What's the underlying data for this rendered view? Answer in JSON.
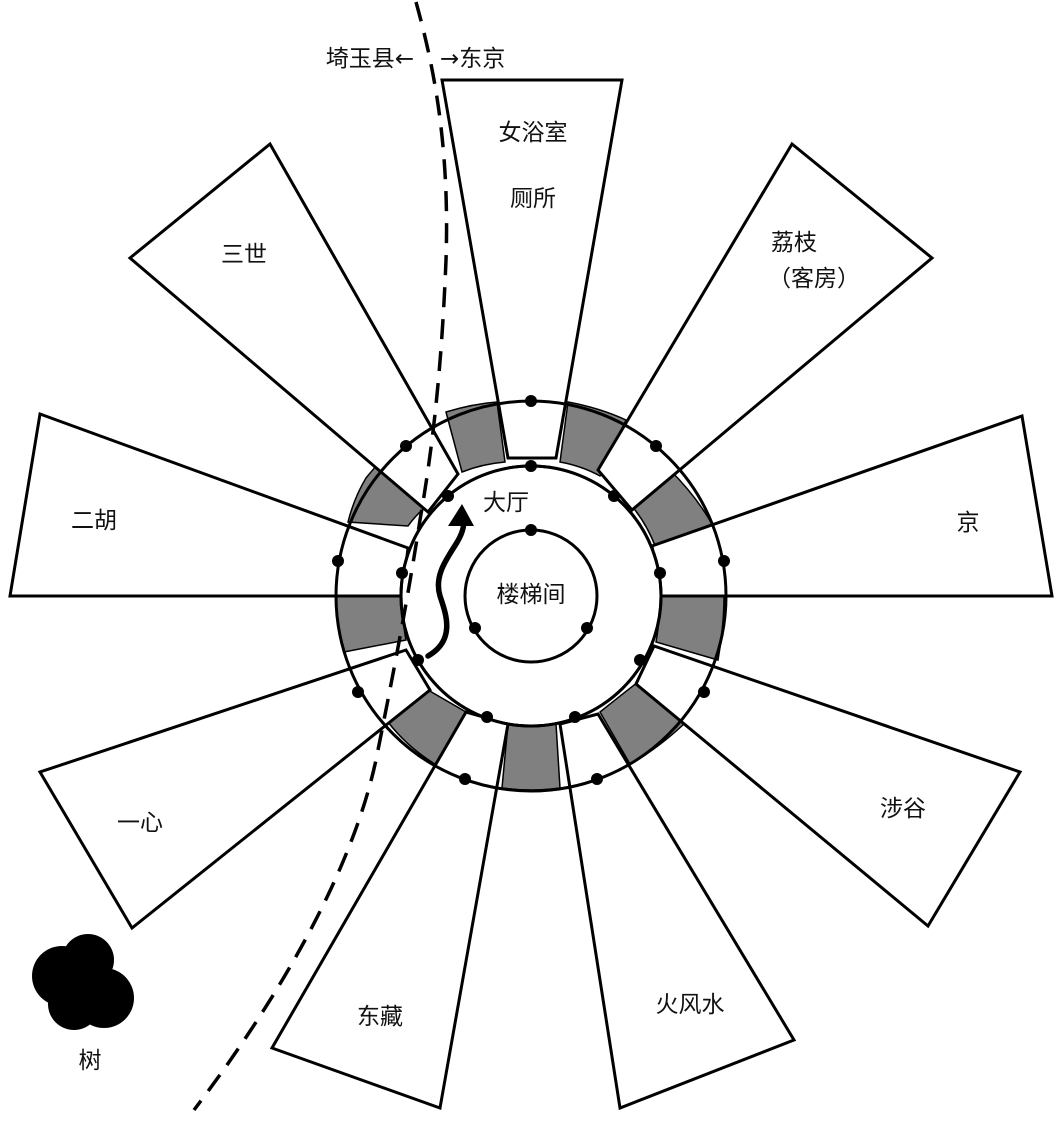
{
  "border": {
    "left_label": "埼玉县←",
    "right_label": "→东京"
  },
  "center": {
    "hall": "大厅",
    "stairwell": "楼梯间"
  },
  "rooms": [
    {
      "id": "top",
      "lines": [
        "女浴室",
        "厕所"
      ]
    },
    {
      "id": "upper-right",
      "lines": [
        "荔枝",
        "（客房）"
      ]
    },
    {
      "id": "right",
      "lines": [
        "京"
      ]
    },
    {
      "id": "lower-right",
      "lines": [
        "涉谷"
      ]
    },
    {
      "id": "bottom-right",
      "lines": [
        "火风水"
      ]
    },
    {
      "id": "bottom-left",
      "lines": [
        "东藏"
      ]
    },
    {
      "id": "lower-left",
      "lines": [
        "一心"
      ]
    },
    {
      "id": "left",
      "lines": [
        "二胡"
      ]
    },
    {
      "id": "upper-left",
      "lines": [
        "三世"
      ]
    }
  ],
  "tree": {
    "label": "树"
  },
  "colors": {
    "line": "#000000",
    "shaded_corridor": "#808080",
    "background": "#ffffff"
  }
}
